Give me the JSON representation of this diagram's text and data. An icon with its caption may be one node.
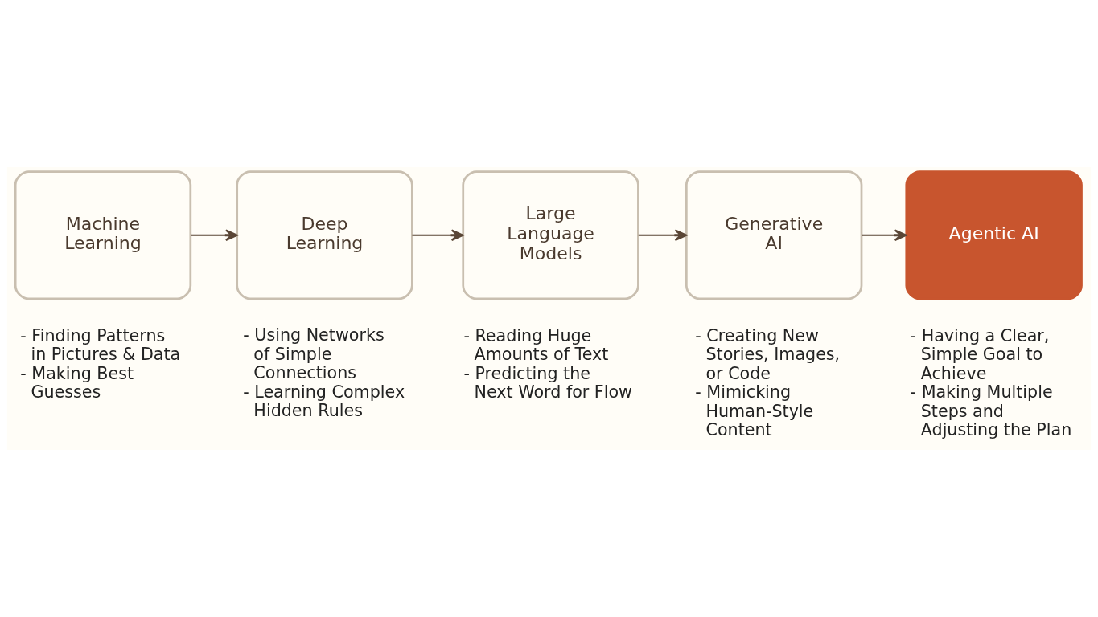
{
  "diagram": {
    "nodes": [
      {
        "text": [
          "Machine Learning"
        ],
        "beside": [
          "- Finding Patterns in Pictures & Data",
          "- Making Best Guesses"
        ]
      },
      {
        "text": [
          "Deep Learning"
        ],
        "beside": [
          "- Using Networks of Simple Connections",
          "- Learning Complex Hidden Rules"
        ]
      },
      {
        "text": [
          "Large Language Models"
        ],
        "beside": [
          "- Reading Huge Amounts of Text",
          "- Predicting the Next Word for Flow"
        ]
      },
      {
        "text": [
          "Generative AI"
        ],
        "beside": [
          "- Creating New Stories, Images, or Code",
          "- Mimicking Human-Style Content"
        ]
      },
      {
        "text": [
          "Agentic AI"
        ],
        "beside": [
          "- Having a Clear, Simple Goal to Achieve",
          "- Making Multiple Steps and Adjusting the Plan"
        ]
      }
    ],
    "edges": [
      {
        "from": 0,
        "to": 1,
        "arrow": "to"
      },
      {
        "from": 1,
        "to": 2,
        "arrow": "to"
      },
      {
        "from": 2,
        "to": 3,
        "arrow": "to"
      },
      {
        "from": 3,
        "to": 4,
        "arrow": "to"
      }
    ]
  }
}
